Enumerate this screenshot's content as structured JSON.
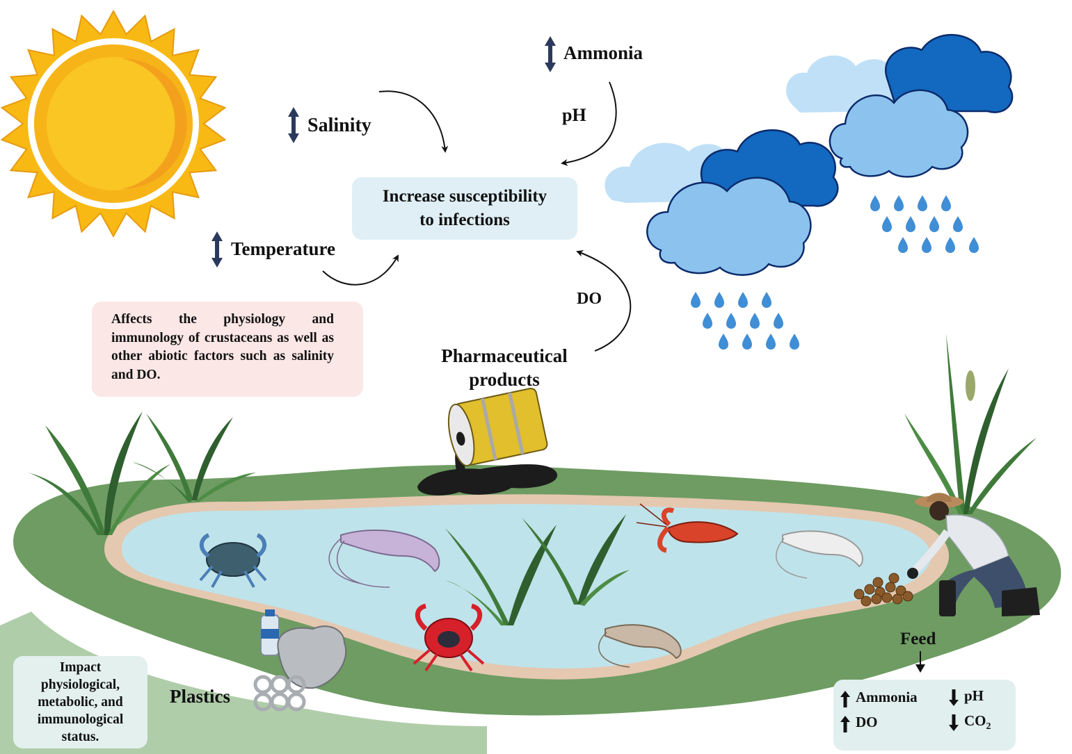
{
  "labels": {
    "salinity": "Salinity",
    "ammonia": "Ammonia",
    "ph": "pH",
    "temperature": "Temperature",
    "do": "DO",
    "pharmaceutical": "Pharmaceutical products",
    "plastics": "Plastics",
    "feed": "Feed"
  },
  "center_box": {
    "line1": "Increase susceptibility",
    "line2": "to infections"
  },
  "effect_box": {
    "text": "Affects the physiology and immunology of crustaceans as well as other abiotic factors such as salinity and DO."
  },
  "impact_box": {
    "line1": "Impact",
    "line2": "physiological,",
    "line3": "metabolic, and",
    "line4": "immunological",
    "line5": "status."
  },
  "feed_box": {
    "ammonia": "Ammonia",
    "do": "DO",
    "ph": "pH",
    "co2": "CO",
    "co2_sub": "2"
  },
  "colors": {
    "sun_rays": "#f8b914",
    "sun_core": "#f9c623",
    "sun_crescent": "#f3a11d",
    "cloud_light": "#bfe0f7",
    "cloud_mid": "#8cc3ee",
    "cloud_dark": "#1269bf",
    "cloud_outline": "#0b2b6b",
    "rain": "#3f8ed6",
    "pond_water": "#bfe3ea",
    "pond_rim": "#e4c8b0",
    "grass_bank": "#6e9c62",
    "arrow_dark": "#2b3a5c",
    "center_box_bg": "#dfeff5",
    "effect_box_bg": "#fbe7e6",
    "impact_box_bg": "#e3f0ee",
    "feed_box_bg": "#e1efee"
  },
  "icons": [
    "sun-icon",
    "cloud-icon",
    "rain-drop-icon",
    "barrel-icon",
    "oil-spill-icon",
    "crab-icon",
    "shrimp-icon",
    "crayfish-icon",
    "plastic-bottle-icon",
    "plastic-bag-icon",
    "six-pack-rings-icon",
    "feed-pellets-icon",
    "farmer-icon",
    "grass-icon",
    "up-down-arrow-icon",
    "up-arrow-icon",
    "down-arrow-icon",
    "curved-arrow-icon"
  ]
}
